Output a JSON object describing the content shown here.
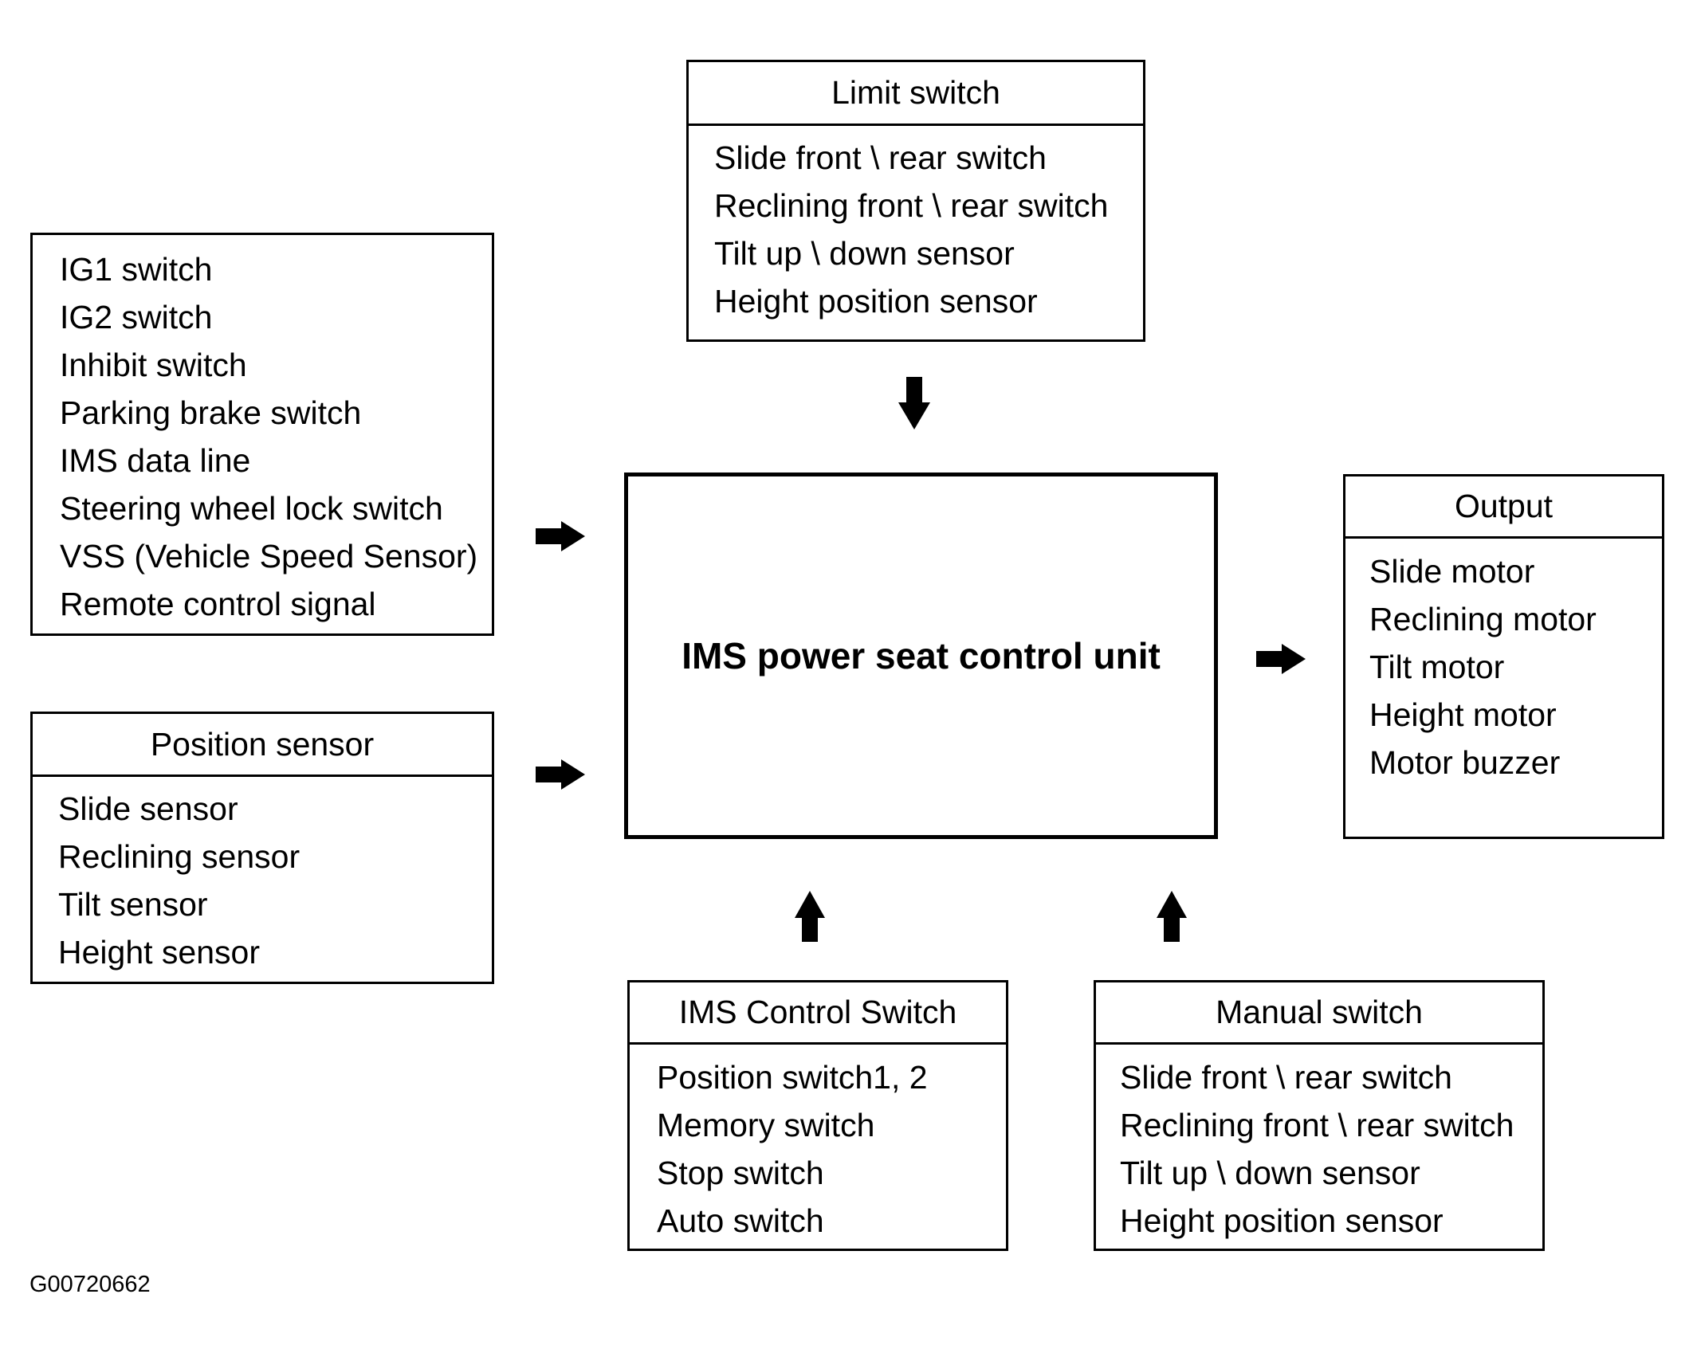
{
  "colors": {
    "ink": "#000000",
    "paper": "#ffffff"
  },
  "figure_code": "G00720662",
  "center_unit": {
    "label": "IMS power seat control unit"
  },
  "boxes": {
    "input_signals": {
      "items": [
        "IG1 switch",
        "IG2 switch",
        "Inhibit switch",
        "Parking brake switch",
        "IMS data line",
        "Steering wheel lock switch",
        "VSS (Vehicle Speed Sensor)",
        "Remote control signal"
      ]
    },
    "limit_switch": {
      "title": "Limit switch",
      "items": [
        "Slide front \\ rear switch",
        "Reclining front \\ rear switch",
        "Tilt up \\ down sensor",
        "Height position sensor"
      ]
    },
    "position_sensor": {
      "title": "Position sensor",
      "items": [
        "Slide sensor",
        "Reclining sensor",
        "Tilt sensor",
        "Height sensor"
      ]
    },
    "output": {
      "title": "Output",
      "items": [
        "Slide motor",
        "Reclining motor",
        "Tilt motor",
        "Height motor",
        "Motor buzzer"
      ]
    },
    "ims_control_switch": {
      "title": "IMS Control Switch",
      "items": [
        "Position switch1, 2",
        "Memory switch",
        "Stop switch",
        "Auto switch"
      ]
    },
    "manual_switch": {
      "title": "Manual switch",
      "items": [
        "Slide front \\ rear switch",
        "Reclining front \\ rear switch",
        "Tilt up \\ down sensor",
        "Height position sensor"
      ]
    }
  },
  "connections": [
    {
      "from": "limit_switch",
      "to": "ims_power_seat_control_unit",
      "direction": "down"
    },
    {
      "from": "input_signals",
      "to": "ims_power_seat_control_unit",
      "direction": "right"
    },
    {
      "from": "position_sensor",
      "to": "ims_power_seat_control_unit",
      "direction": "right"
    },
    {
      "from": "ims_power_seat_control_unit",
      "to": "output",
      "direction": "right"
    },
    {
      "from": "ims_control_switch",
      "to": "ims_power_seat_control_unit",
      "direction": "up"
    },
    {
      "from": "manual_switch",
      "to": "ims_power_seat_control_unit",
      "direction": "up"
    }
  ]
}
